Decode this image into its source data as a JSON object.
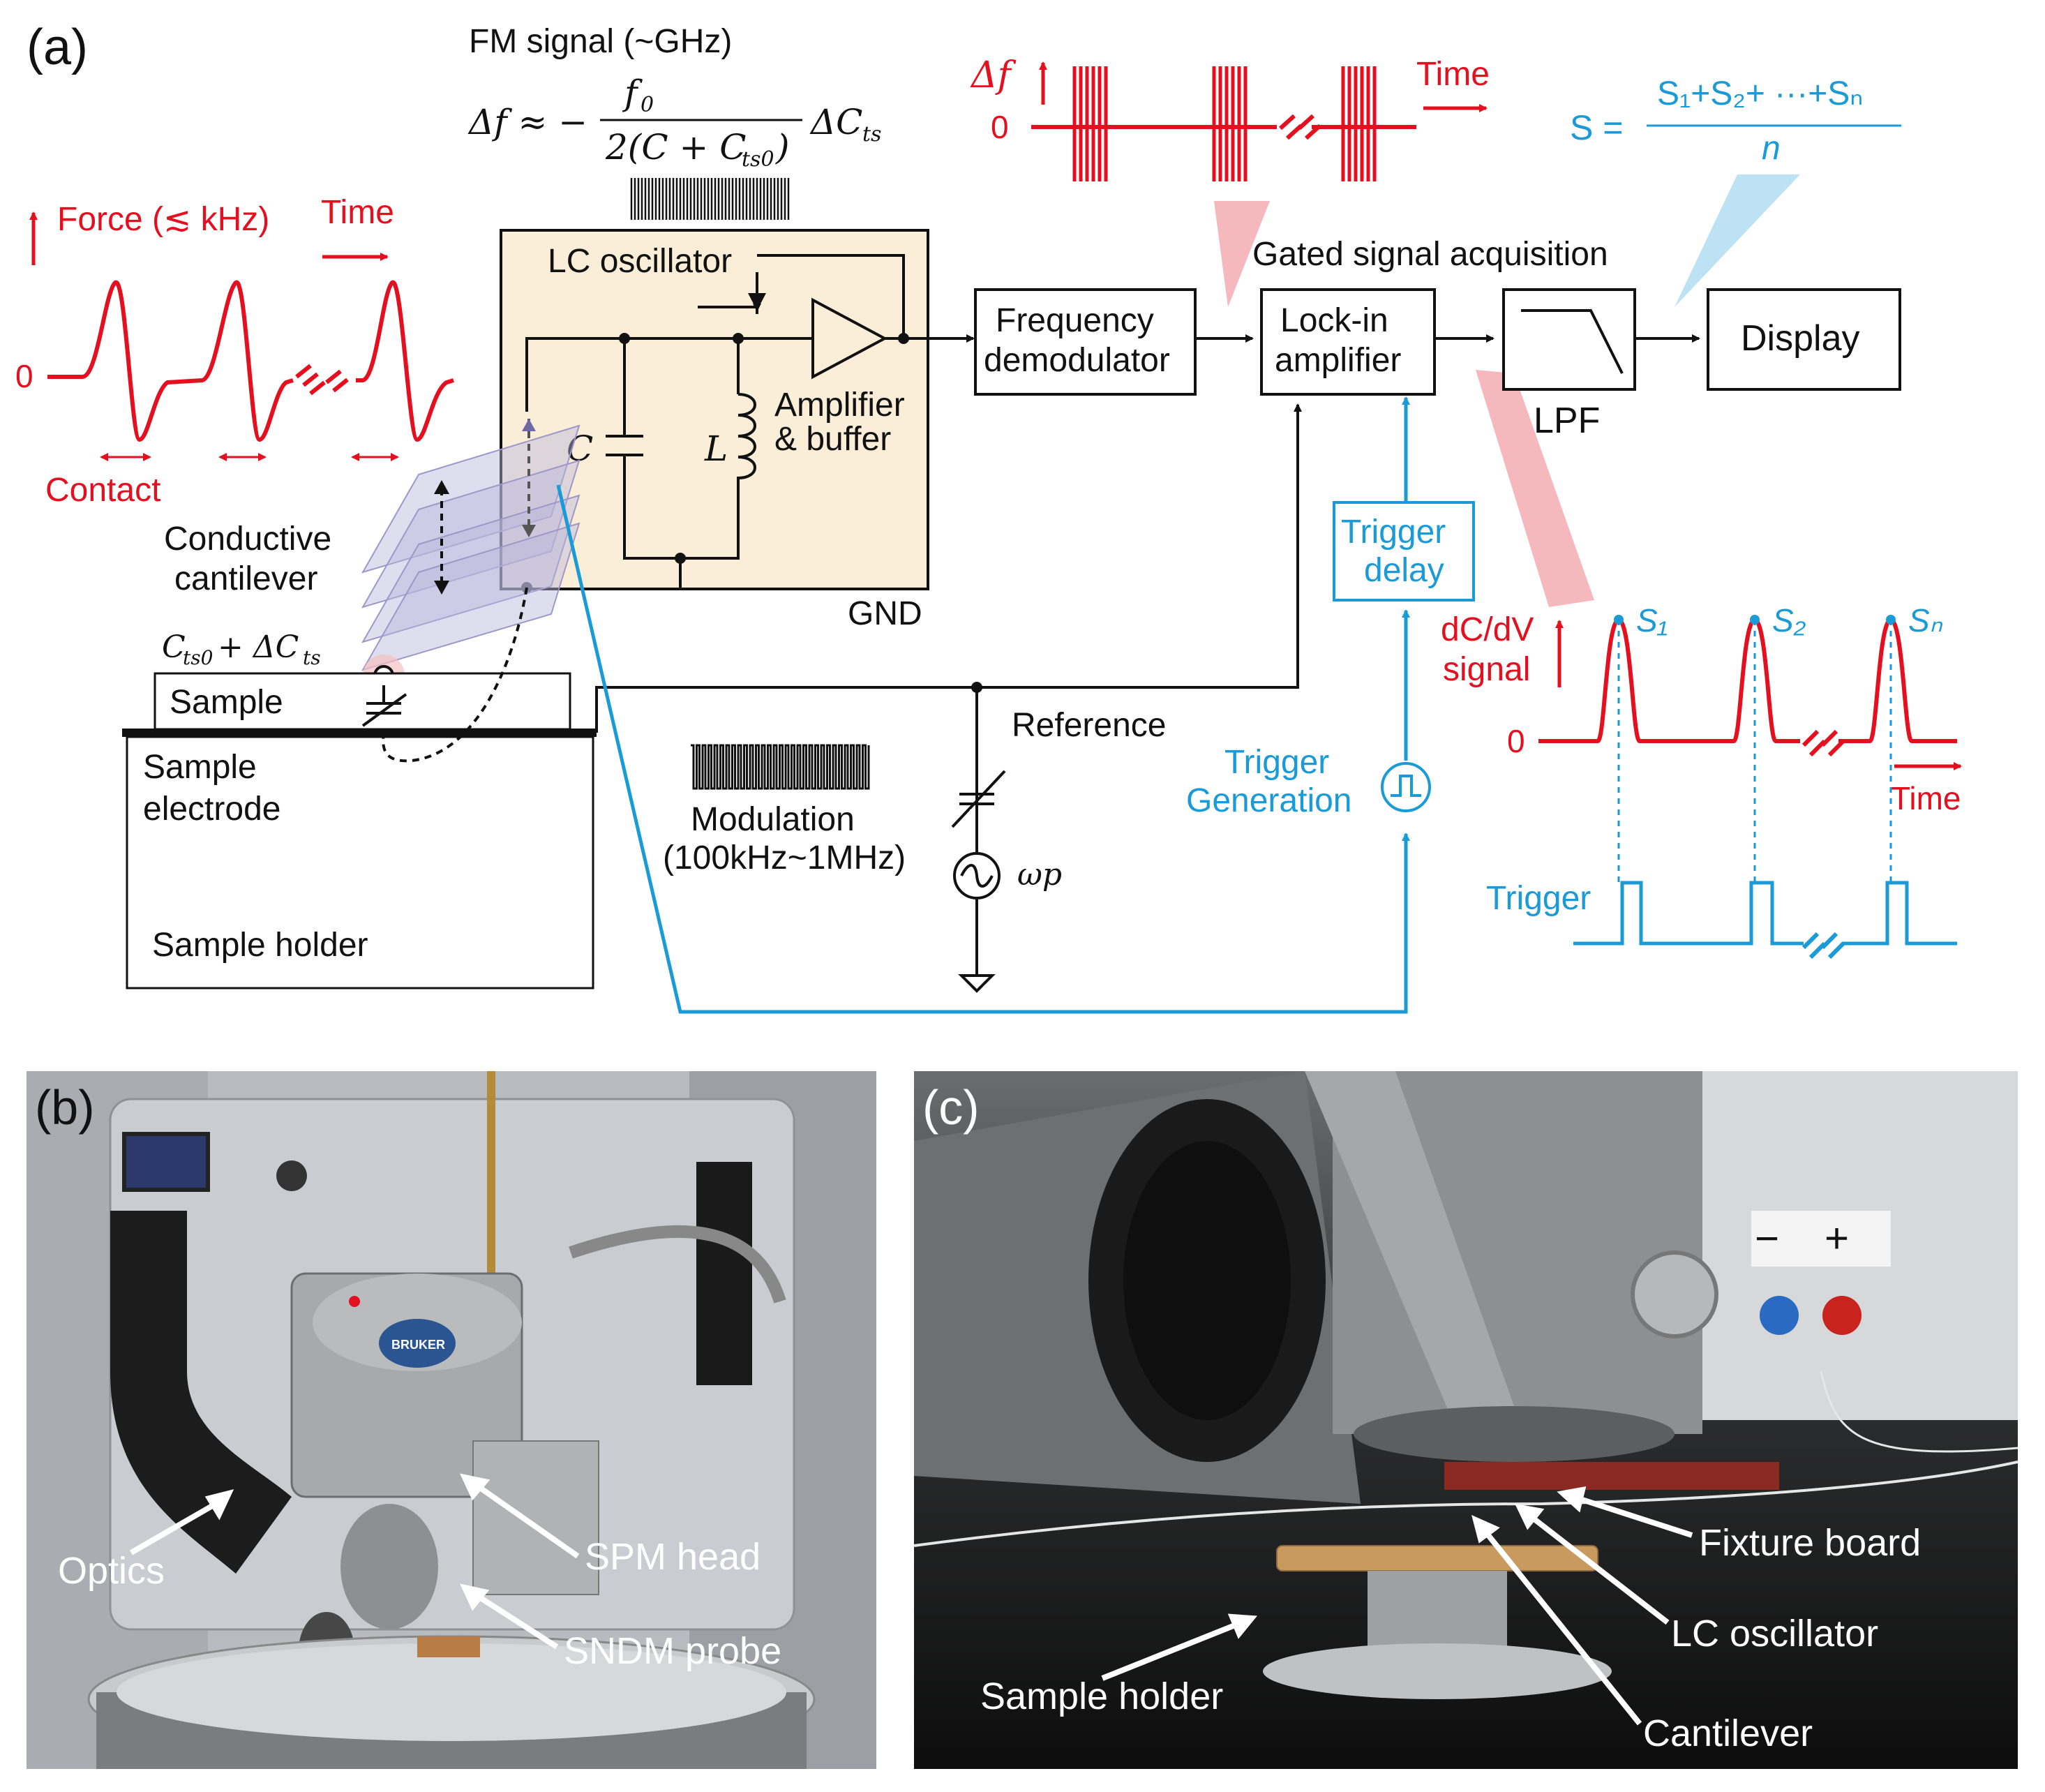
{
  "panel_a": {
    "label": "(a)",
    "fm_signal_title": "FM signal (~GHz)",
    "fm_formula": "Δf ≈ −f₀ / 2(C + C_ts0) · ΔC_ts",
    "force_label": "Force (≲ kHz)",
    "time_label": "Time",
    "zero_label": "0",
    "contact_label": "Contact",
    "df_label": "Δf",
    "df_zero": "0",
    "df_time": "Time",
    "avg_formula_lhs": "S =",
    "avg_formula_num": "S₁+S₂+ ···+Sₙ",
    "avg_formula_den": "n",
    "lc_oscillator": "LC oscillator",
    "cap_C": "C",
    "ind_L": "L",
    "amp_label_1": "Amplifier",
    "amp_label_2": "& buffer",
    "gnd_label": "GND",
    "freq_demod_1": "Frequency",
    "freq_demod_2": "demodulator",
    "gated_title": "Gated signal acquisition",
    "lockin_1": "Lock-in",
    "lockin_2": "amplifier",
    "lpf": "LPF",
    "display": "Display",
    "trigger_delay_1": "Trigger",
    "trigger_delay_2": "delay",
    "trigger_gen_1": "Trigger",
    "trigger_gen_2": "Generation",
    "dcdv_1": "dC/dV",
    "dcdv_2": "signal",
    "dcdv_zero": "0",
    "dcdv_time": "Time",
    "s1": "S₁",
    "s2": "S₂",
    "sn": "Sₙ",
    "trigger_label": "Trigger",
    "conductive_1": "Conductive",
    "conductive_2": "cantilever",
    "cts_label": "C_ts0 + ΔC_ts",
    "sample": "Sample",
    "sample_electrode_1": "Sample",
    "sample_electrode_2": "electrode",
    "sample_holder": "Sample holder",
    "modulation_1": "Modulation",
    "modulation_2": "(100kHz~1MHz)",
    "reference": "Reference",
    "omega_p": "ωp"
  },
  "panel_b": {
    "label": "(b)",
    "optics": "Optics",
    "spm_head": "SPM head",
    "sndm_probe": "SNDM probe",
    "logo_text": "BRUKER"
  },
  "panel_c": {
    "label": "(c)",
    "fixture_board": "Fixture board",
    "lc_oscillator": "LC oscillator",
    "sample_holder": "Sample holder",
    "cantilever": "Cantilever",
    "minus": "−",
    "plus": "+"
  },
  "colors": {
    "red": "#e5101f",
    "blue": "#1a9ad6",
    "black": "#111111",
    "box_fill": "#fbeed8",
    "pink": "#f5b8bd",
    "light_blue": "#b5dff3"
  }
}
